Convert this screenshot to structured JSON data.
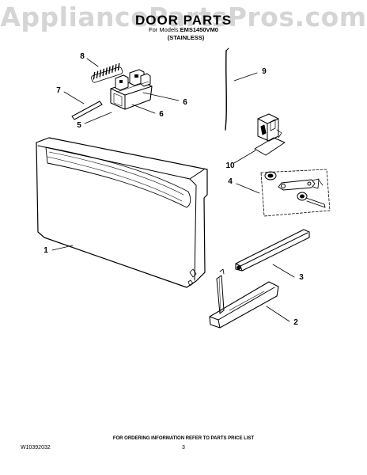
{
  "watermark": "AppliancePartsPros.com",
  "header": {
    "title": "DOOR PARTS",
    "models_label": "For Models:",
    "models_value": "EMS1450VM0",
    "finish": "(STAINLESS)"
  },
  "callouts": [
    "1",
    "2",
    "3",
    "4",
    "5",
    "6",
    "6",
    "7",
    "8",
    "9",
    "10"
  ],
  "footer": {
    "note": "FOR ORDERING INFORMATION REFER TO PARTS PRICE LIST",
    "doc_id": "W10392032",
    "page": "3"
  }
}
